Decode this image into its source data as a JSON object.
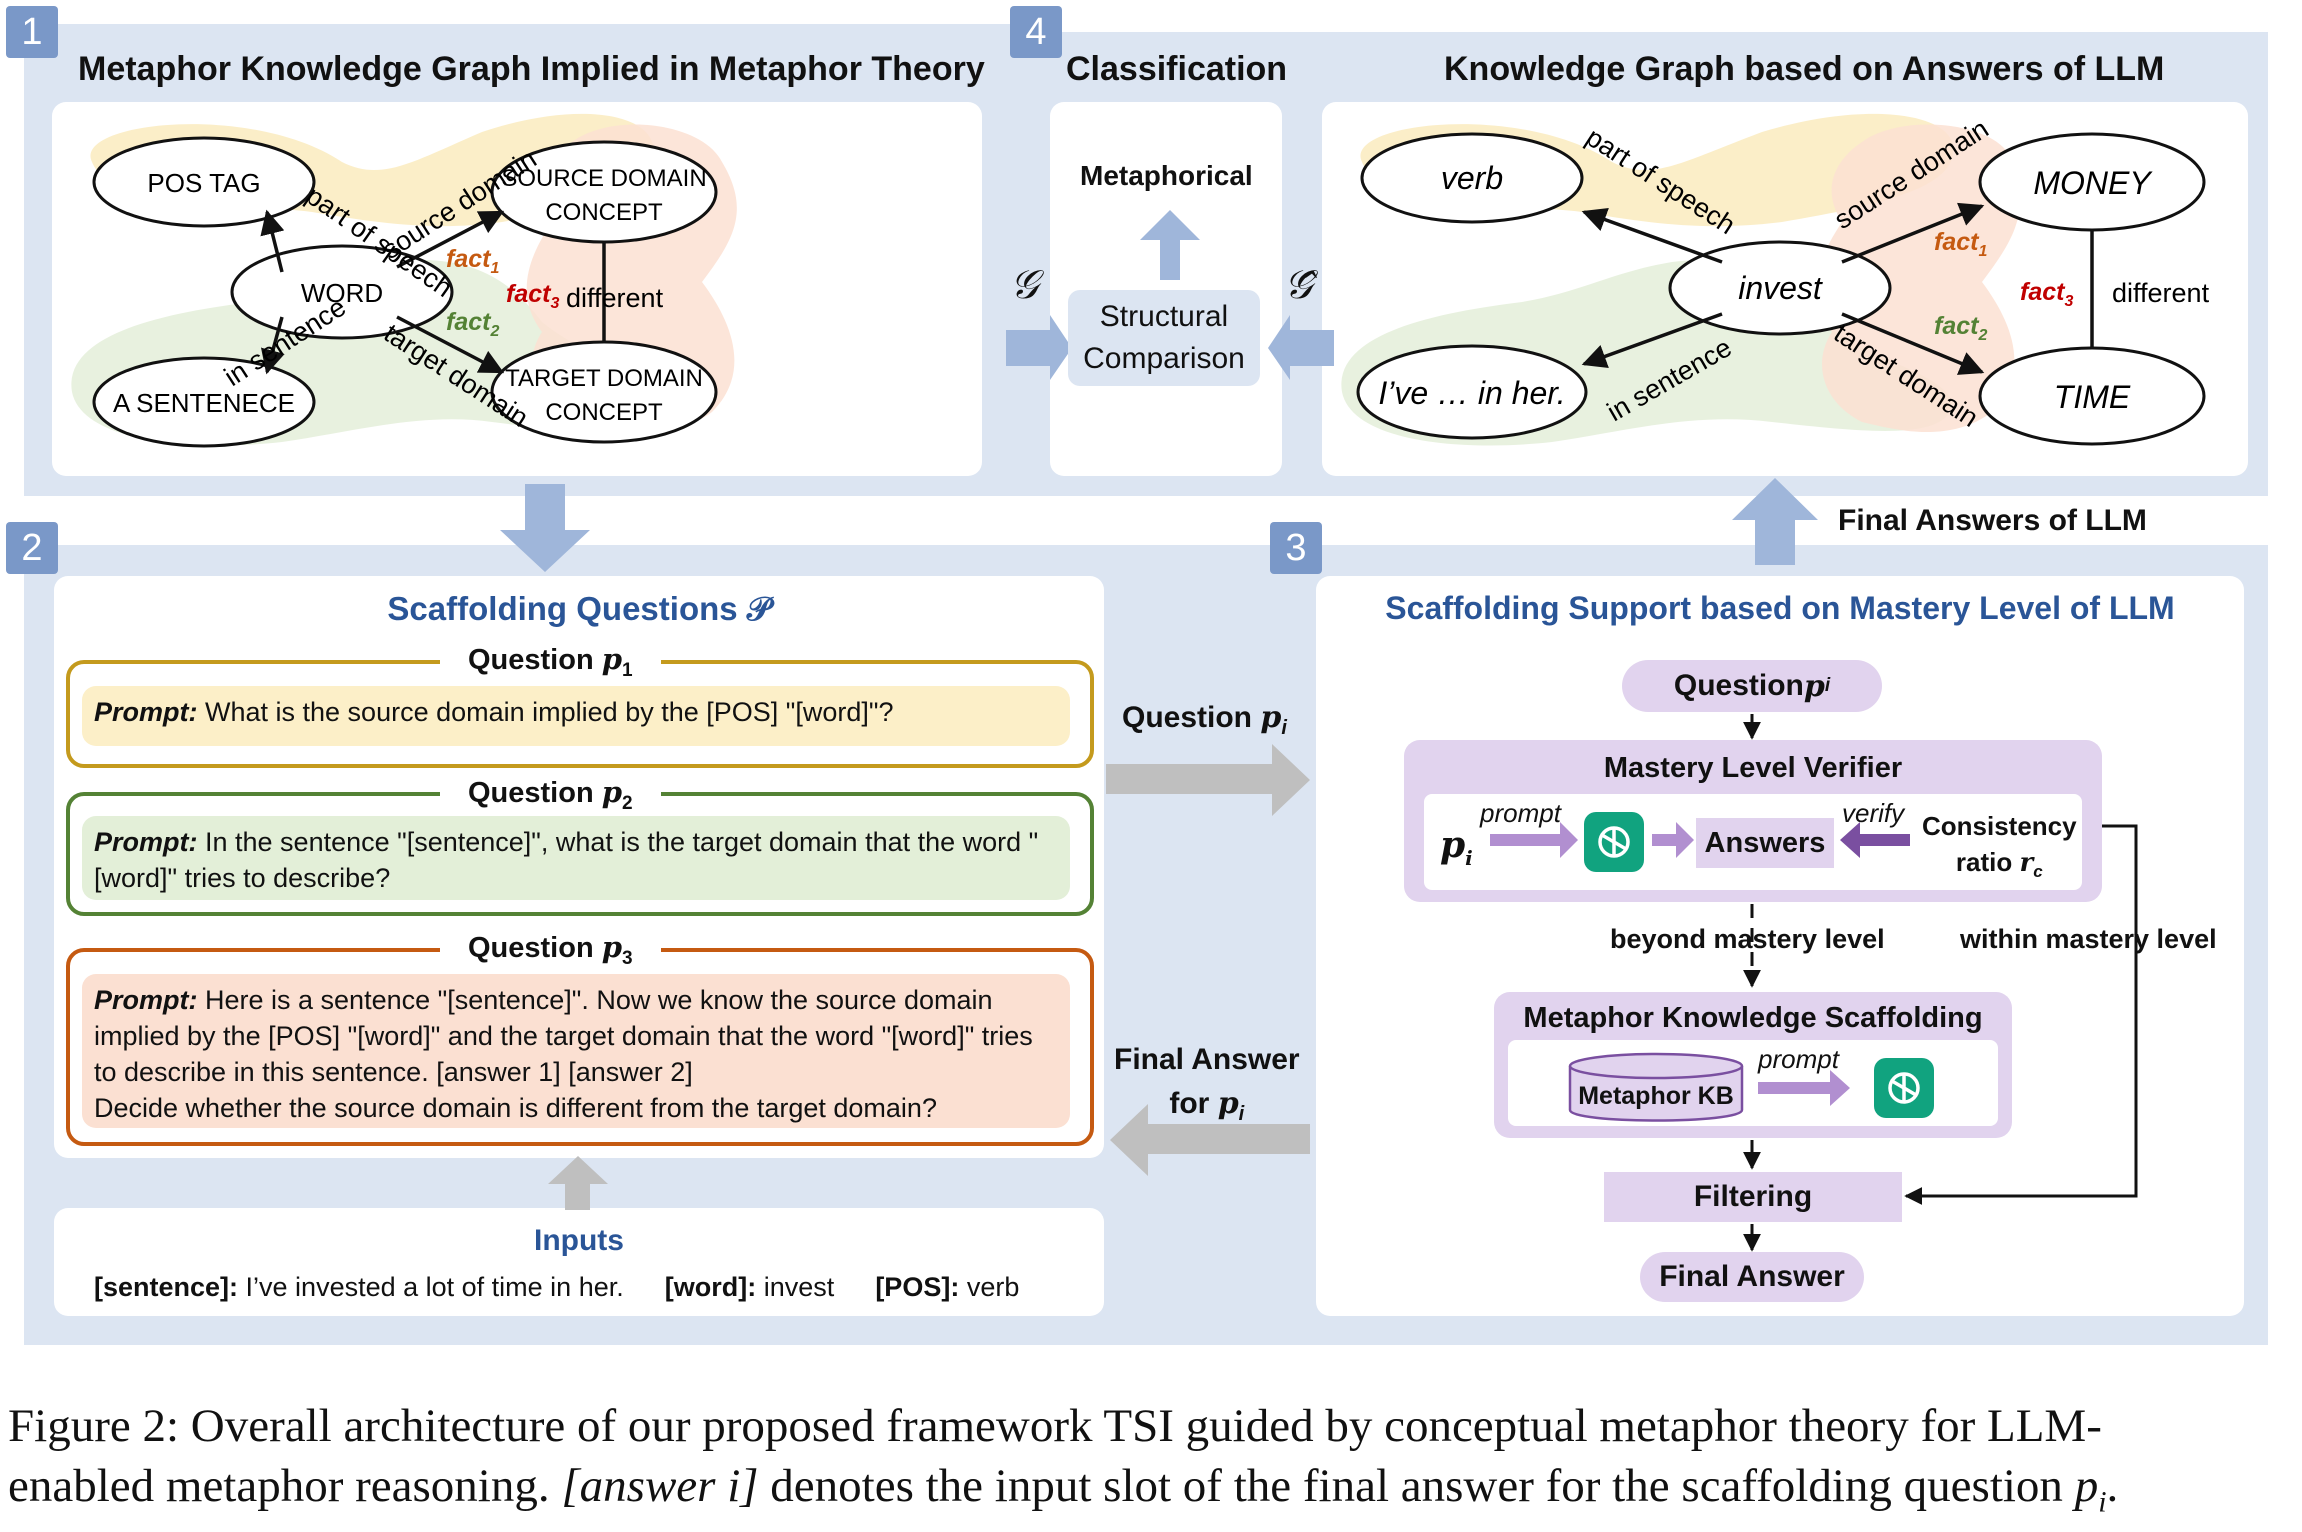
{
  "panel1": {
    "number": "1",
    "title": "Metaphor Knowledge Graph Implied in Metaphor Theory",
    "nodes": {
      "pos_tag": "POS TAG",
      "word": "WORD",
      "sentence": "A SENTENECE",
      "source_line1": "SOURCE DOMAIN",
      "source_line2": "CONCEPT",
      "target_line1": "TARGET DOMAIN",
      "target_line2": "CONCEPT"
    },
    "edges": {
      "part_of_speech": "part of speech",
      "source_domain": "source domain",
      "in_sentence": "in sentence",
      "target_domain": "target domain",
      "different": "different"
    },
    "facts": {
      "fact1": "fact",
      "fact1_sub": "1",
      "fact2": "fact",
      "fact2_sub": "2",
      "fact3": "fact",
      "fact3_sub": "3"
    }
  },
  "panel4": {
    "number": "4",
    "classification_title": "Classification",
    "kg_title": "Knowledge Graph based on Answers of LLM",
    "metaphorical": "Metaphorical",
    "structural_line1": "Structural",
    "structural_line2": "Comparison",
    "g_symbol": "𝒢",
    "g_hat_symbol": "𝒢̂",
    "nodes": {
      "verb": "verb",
      "invest": "invest",
      "sentence": "I’ve … in her.",
      "money": "MONEY",
      "time": "TIME"
    },
    "edges": {
      "part_of_speech": "part of speech",
      "source_domain": "source domain",
      "in_sentence": "in sentence",
      "target_domain": "target domain",
      "different": "different"
    },
    "facts": {
      "fact1": "fact",
      "fact1_sub": "1",
      "fact2": "fact",
      "fact2_sub": "2",
      "fact3": "fact",
      "fact3_sub": "3"
    }
  },
  "panel2": {
    "number": "2",
    "title": "Scaffolding Questions 𝒫",
    "questions": [
      {
        "label": "Question ",
        "var": "p",
        "sub": "1",
        "prompt_key": "Prompt:",
        "text": " What is the source domain implied by the [POS] \"[word]\"?"
      },
      {
        "label": "Question ",
        "var": "p",
        "sub": "2",
        "prompt_key": "Prompt:",
        "text": " In the sentence \"[sentence]\", what is the target domain that the word \"[word]\" tries to describe?"
      },
      {
        "label": "Question ",
        "var": "p",
        "sub": "3",
        "prompt_key": "Prompt:",
        "text": " Here is a sentence \"[sentence]\". Now we know the source domain implied by the [POS] \"[word]\" and the target domain that the word \"[word]\" tries to describe in this sentence. [answer 1] [answer 2]",
        "text2": "Decide whether the source domain is different from the target domain?"
      }
    ],
    "inputs_title": "Inputs",
    "inputs": [
      {
        "key": "[sentence]:",
        "value": " I’ve invested a lot of time in her."
      },
      {
        "key": "[word]:",
        "value": " invest"
      },
      {
        "key": "[POS]:",
        "value": " verb"
      }
    ]
  },
  "flow": {
    "question_pi": "Question ",
    "question_var": "p",
    "question_sub": "i",
    "final_answer_line1": "Final Answer",
    "final_answer_line2": "for ",
    "final_answer_var": "p",
    "final_answer_sub": "i",
    "final_answers_llm": "Final Answers of LLM"
  },
  "panel3": {
    "number": "3",
    "title": "Scaffolding Support based on Mastery Level of LLM",
    "question_pill": "Question ",
    "question_var": "p",
    "question_sub": "i",
    "verifier_title": "Mastery Level Verifier",
    "pi_var": "p",
    "pi_sub": "i",
    "prompt_label": "prompt",
    "answers": "Answers",
    "verify_label": "verify",
    "consistency_line1": "Consistency",
    "consistency_line2": "ratio ",
    "rc_var": "r",
    "rc_sub": "c",
    "beyond": "beyond mastery level",
    "within": "within mastery level",
    "scaffold_title": "Metaphor Knowledge Scaffolding",
    "metaphor_kb": "Metaphor KB",
    "prompt_label2": "prompt",
    "filtering": "Filtering",
    "final_answer": "Final Answer"
  },
  "caption": {
    "line1": "Figure 2: Overall architecture of our proposed framework TSI guided by conceptual metaphor theory for LLM-",
    "line2_a": "enabled metaphor reasoning. ",
    "line2_italic": "[answer i]",
    "line2_b": " denotes the input slot of the final answer for the scaffolding question ",
    "line2_var": "p",
    "line2_sub": "i",
    "line2_end": "."
  },
  "colors": {
    "panel_bg": "#dce5f2",
    "badge": "#7a98c8",
    "title_blue": "#2a5597",
    "q1_border": "#c49a1d",
    "q1_fill": "#fcefc8",
    "q2_border": "#548235",
    "q2_fill": "#e3efd8",
    "q3_border": "#c55a11",
    "q3_fill": "#fbe0d2",
    "lavender": "#e1d3ee",
    "fact1": "#c55a11",
    "fact2": "#548235",
    "fact3": "#c00000"
  }
}
